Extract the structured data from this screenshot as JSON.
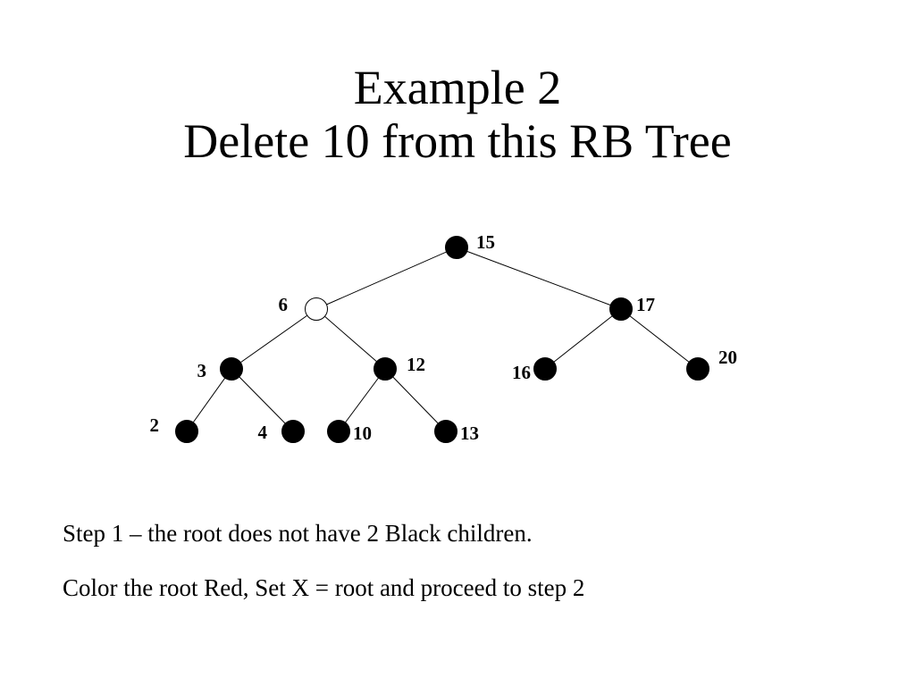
{
  "slide": {
    "title_line1": "Example 2",
    "title_line2": "Delete 10 from this RB Tree"
  },
  "tree": {
    "node_colors": {
      "black": "#000000",
      "red_rendered_as": "#ffffff"
    },
    "nodes": [
      {
        "id": "n15",
        "label": "15",
        "color": "black"
      },
      {
        "id": "n6",
        "label": "6",
        "color": "red"
      },
      {
        "id": "n17",
        "label": "17",
        "color": "black"
      },
      {
        "id": "n3",
        "label": "3",
        "color": "black"
      },
      {
        "id": "n12",
        "label": "12",
        "color": "black"
      },
      {
        "id": "n16",
        "label": "16",
        "color": "black"
      },
      {
        "id": "n20",
        "label": "20",
        "color": "black"
      },
      {
        "id": "n2",
        "label": "2",
        "color": "black"
      },
      {
        "id": "n4",
        "label": "4",
        "color": "black"
      },
      {
        "id": "n10",
        "label": "10",
        "color": "black"
      },
      {
        "id": "n13",
        "label": "13",
        "color": "black"
      }
    ],
    "edges": [
      [
        "n15",
        "n6"
      ],
      [
        "n15",
        "n17"
      ],
      [
        "n6",
        "n3"
      ],
      [
        "n6",
        "n12"
      ],
      [
        "n17",
        "n16"
      ],
      [
        "n17",
        "n20"
      ],
      [
        "n3",
        "n2"
      ],
      [
        "n3",
        "n4"
      ],
      [
        "n12",
        "n10"
      ],
      [
        "n12",
        "n13"
      ]
    ]
  },
  "steps": {
    "line1": "Step 1 – the root does not have 2 Black children.",
    "line2": "Color the root Red, Set X = root and proceed to step 2"
  }
}
